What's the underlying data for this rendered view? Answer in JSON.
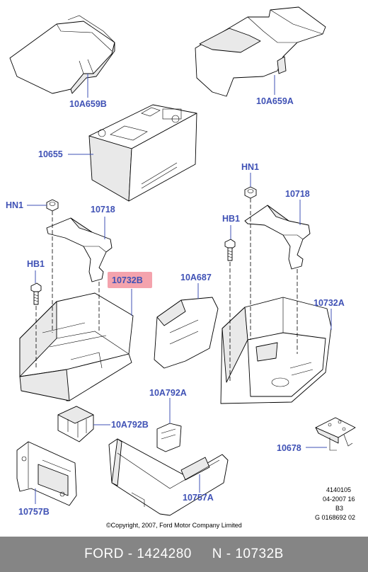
{
  "callouts": {
    "c_10a659b": "10A659B",
    "c_10a659a": "10A659A",
    "c_10655": "10655",
    "c_hn1_left": "HN1",
    "c_10718_left": "10718",
    "c_hb1_left": "HB1",
    "c_10732b": "10732B",
    "c_hn1_right": "HN1",
    "c_10718_right": "10718",
    "c_hb1_right": "HB1",
    "c_10a687": "10A687",
    "c_10732a": "10732A",
    "c_10a792a": "10A792A",
    "c_10a792b": "10A792B",
    "c_10678": "10678",
    "c_10757b": "10757B",
    "c_10757a": "10757A"
  },
  "reference_block": {
    "line1": "4140105",
    "line2": "04-2007 16",
    "line3": "B3",
    "line4": "G 0168692 02"
  },
  "copyright": "©Copyright, 2007, Ford Motor Company Limited",
  "footer": {
    "text": "FORD - 1424280     N - 10732B"
  },
  "colors": {
    "callout_text": "#3f51b5",
    "highlight_fill": "#f4a3ad",
    "footer_background": "#858585",
    "footer_text": "#ffffff"
  }
}
